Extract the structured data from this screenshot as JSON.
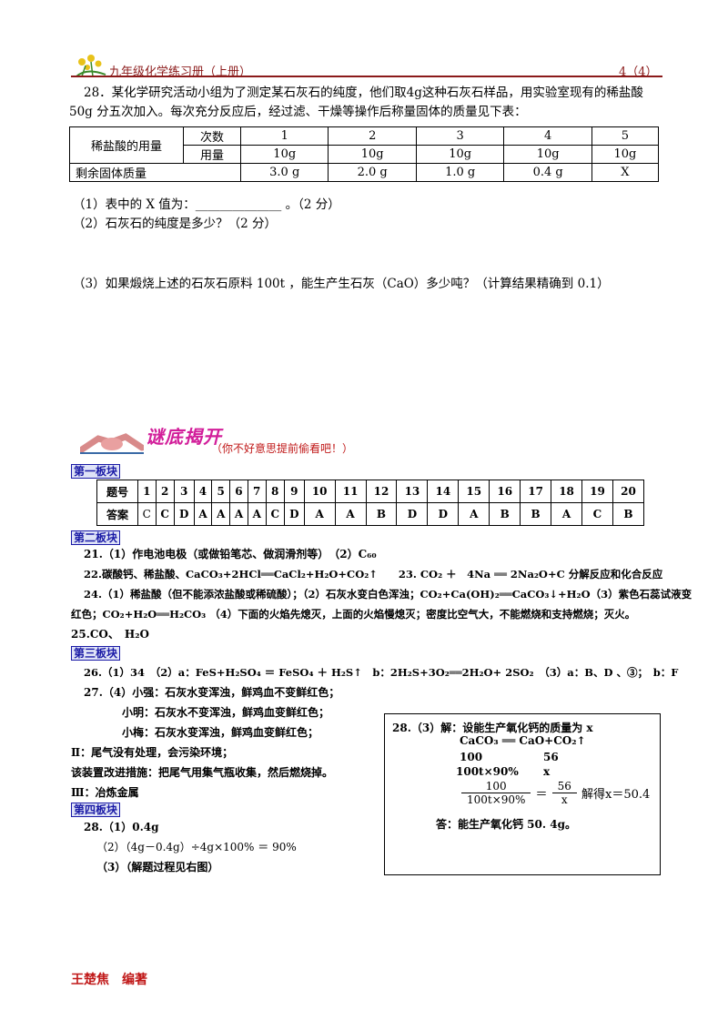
{
  "header": {
    "title": "九年级化学练习册（上册）",
    "page": "4（4）"
  },
  "q28": {
    "intro_line1": "28．某化学研究活动小组为了测定某石灰石的纯度，他们取4g这种石灰石样品，用实验室现有的稀盐酸",
    "intro_line2": "50g 分五次加入。每次充分反应后，经过滤、干燥等操作后称量固体的质量见下表：",
    "table": {
      "row_label_acid": "稀盐酸的用量",
      "col_count": "次数",
      "col_amount": "用量",
      "counts": [
        "1",
        "2",
        "3",
        "4",
        "5"
      ],
      "amounts": [
        "10g",
        "10g",
        "10g",
        "10g",
        "10g"
      ],
      "row_label_solid": "剩余固体质量",
      "solids": [
        "3.0 g",
        "2.0 g",
        "1.0 g",
        "0.4 g",
        "X"
      ]
    },
    "sub1": "（1）表中的 X 值为：______________ 。（2 分）",
    "sub2": "（2）石灰石的纯度是多少？（2 分）",
    "sub3": "（3）如果煅烧上述的石灰石原料 100t ，能生产生石灰（CaO）多少吨？（计算结果精确到 0.1）"
  },
  "answers_banner": {
    "title": "谜底揭开",
    "subtitle": "（你不好意思提前偷看吧！）"
  },
  "section1": {
    "label": "第一板块",
    "row_num_label": "题号",
    "row_ans_label": "答案",
    "nums": [
      "1",
      "2",
      "3",
      "4",
      "5",
      "6",
      "7",
      "8",
      "9",
      "10",
      "11",
      "12",
      "13",
      "14",
      "15",
      "16",
      "17",
      "18",
      "19",
      "20"
    ],
    "answers": [
      "C",
      "C",
      "D",
      "A",
      "A",
      "A",
      "A",
      "C",
      "D",
      "A",
      "A",
      "B",
      "D",
      "D",
      "A",
      "B",
      "B",
      "A",
      "C",
      "B"
    ]
  },
  "section2": {
    "label": "第二板块",
    "l21": "21.（1）作电池电极（或做铅笔芯、做润滑剂等）　（2）C₆₀",
    "l22": "22.碳酸钙、稀盐酸、CaCO₃+2HCl══CaCl₂+H₂O+CO₂↑　　23. CO₂ ＋　4Na ══ 2Na₂O+C 分解反应和化合反应",
    "l24a": "24.（1）稀盐酸（但不能添浓盐酸或稀硫酸）；（2）石灰水变白色浑浊；CO₂+Ca(OH)₂══CaCO₃↓+H₂O（3）紫色石蕊试液变",
    "l24b": "红色；CO₂+H₂O══H₂CO₃ （4）下面的火焰先熄灭，上面的火焰慢熄灭；密度比空气大，不能燃烧和支持燃烧；灭火。",
    "l25": "25.CO、　H₂O"
  },
  "section3": {
    "label": "第三板块",
    "l26": "26.（1）34　（2）a：FeS+H₂SO₄ ＝ FeSO₄ ＋ H₂S↑　b：2H₂S+3O₂══2H₂O+ 2SO₂　（3）a：B、D 、③；　b：F",
    "l27a": "27.（4）小强：石灰水变浑浊，鲜鸡血不变鲜红色；",
    "l27b": "小明：石灰水不变浑浊，鲜鸡血变鲜红色；",
    "l27c": "小梅：石灰水变浑浊，鲜鸡血变鲜红色；",
    "l27d": "Ⅱ：尾气没有处理，会污染环境；",
    "l27e": "该装置改进措施：把尾气用集气瓶收集，然后燃烧掉。",
    "l27f": "Ⅲ：冶炼金属"
  },
  "section4": {
    "label": "第四板块",
    "l28a": "28.（1）0.4g",
    "l28b": "（2）（4g－0.4g）÷4g×100% ＝ 90%",
    "l28c": "（3）（解题过程见右图）"
  },
  "solution_box": {
    "l1": "28.（3）解：设能生产氧化钙的质量为 x",
    "l2": "CaCO₃ ══ CaO+CO₂↑",
    "l3_left": "100",
    "l3_right": "56",
    "l4_left": "100t×90%",
    "l4_right": "x",
    "frac1_num": "100",
    "frac1_den": "100t×90%",
    "eq": "＝",
    "frac2_num": "56",
    "frac2_den": "x",
    "solve": "解得x＝50.4",
    "answer": "答：能生产氧化钙 50. 4g。"
  },
  "author": "王楚焦　编著"
}
